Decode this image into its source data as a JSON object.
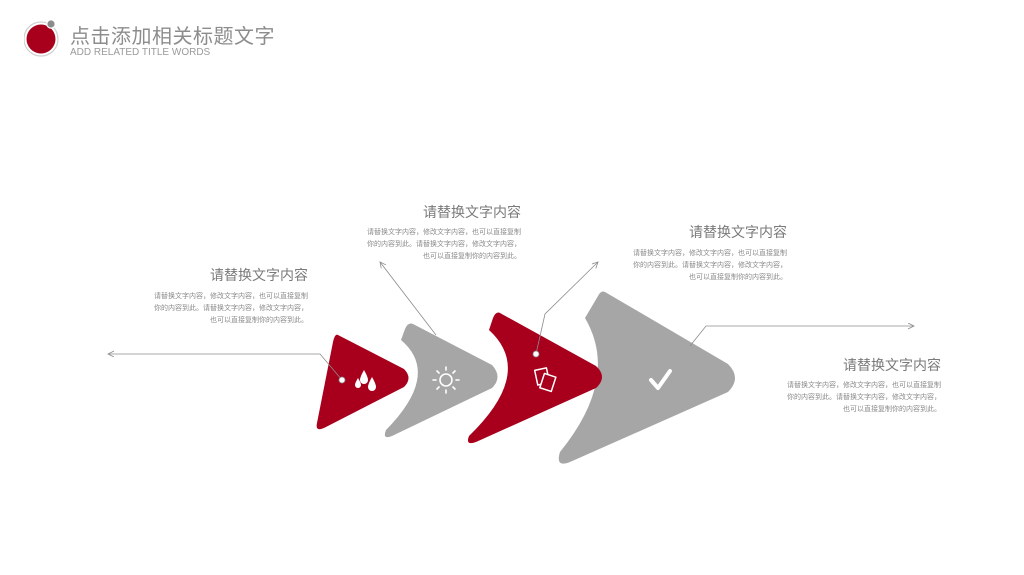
{
  "header": {
    "title": "点击添加相关标题文字",
    "subtitle": "ADD RELATED TITLE WORDS"
  },
  "colors": {
    "red": "#a8001c",
    "gray": "#a6a6a6",
    "line": "#8c8c8c"
  },
  "blocks": [
    {
      "title": "请替换文字内容",
      "lines": [
        "请替换文字内容，修改文字内容，也可以直接复制",
        "你的内容到此。请替换文字内容，修改文字内容，",
        "也可以直接复制你的内容到此。"
      ]
    },
    {
      "title": "请替换文字内容",
      "lines": [
        "请替换文字内容，修改文字内容，也可以直接复制",
        "你的内容到此。请替换文字内容，修改文字内容，",
        "也可以直接复制你的内容到此。"
      ]
    },
    {
      "title": "请替换文字内容",
      "lines": [
        "请替换文字内容，修改文字内容，也可以直接复制",
        "你的内容到此。请替换文字内容，修改文字内容，",
        "也可以直接复制你的内容到此。"
      ]
    },
    {
      "title": "请替换文字内容",
      "lines": [
        "请替换文字内容，修改文字内容，也可以直接复制",
        "你的内容到此。请替换文字内容，修改文字内容，",
        "也可以直接复制你的内容到此。"
      ]
    }
  ],
  "icons": [
    "water-drops-icon",
    "sun-icon",
    "documents-icon",
    "checkmark-icon"
  ]
}
